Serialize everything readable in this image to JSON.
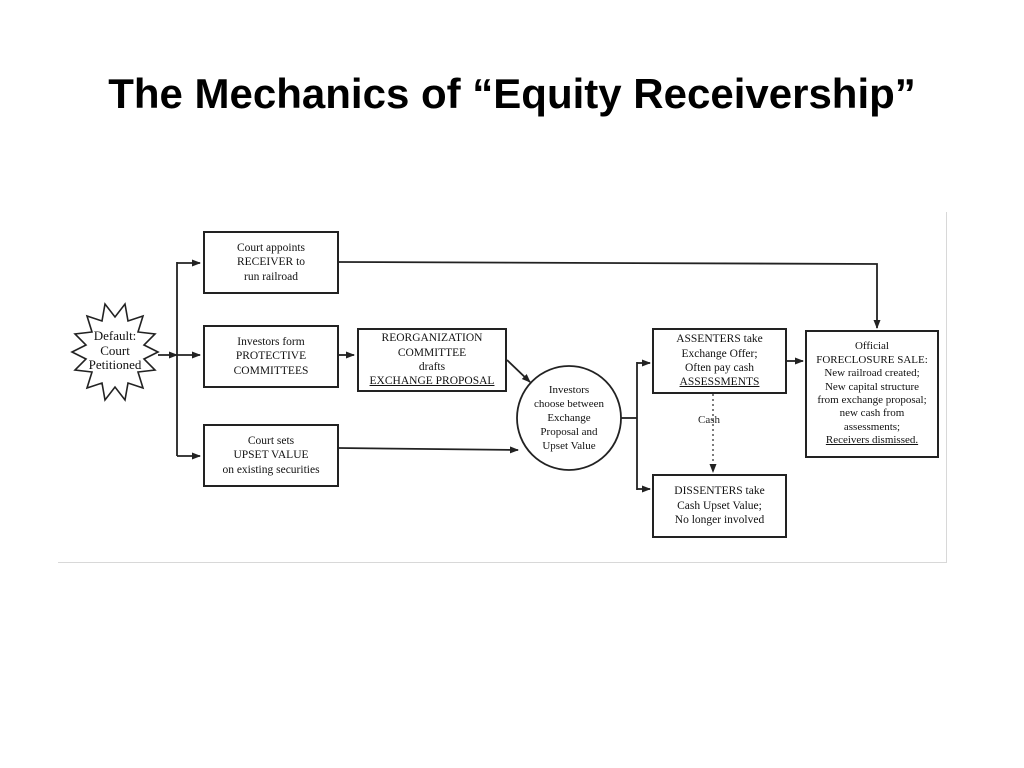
{
  "slide": {
    "title": "The Mechanics of “Equity Receivership”"
  },
  "diagram": {
    "default_node": [
      "Default:",
      "Court",
      "Petitioned"
    ],
    "receiver": [
      "Court appoints",
      "RECEIVER to",
      "run railroad"
    ],
    "protective": [
      "Investors form",
      "PROTECTIVE",
      "COMMITTEES"
    ],
    "upset": [
      "Court sets",
      "UPSET VALUE",
      "on existing securities"
    ],
    "reorg": [
      "REORGANIZATION",
      "COMMITTEE",
      "drafts",
      "EXCHANGE PROPOSAL"
    ],
    "choice": [
      "Investors",
      "choose between",
      "Exchange",
      "Proposal and",
      "Upset Value"
    ],
    "assenters": [
      "ASSENTERS take",
      "Exchange Offer;",
      "Often pay cash",
      "ASSESSMENTS"
    ],
    "dissenters": [
      "DISSENTERS take",
      "Cash Upset Value;",
      "No longer involved"
    ],
    "foreclosure": [
      "Official",
      "FORECLOSURE SALE:",
      "New railroad created;",
      "New capital structure",
      "from exchange proposal;",
      "new cash from",
      "assessments;",
      "Receivers dismissed."
    ],
    "cash_label": "Cash"
  }
}
